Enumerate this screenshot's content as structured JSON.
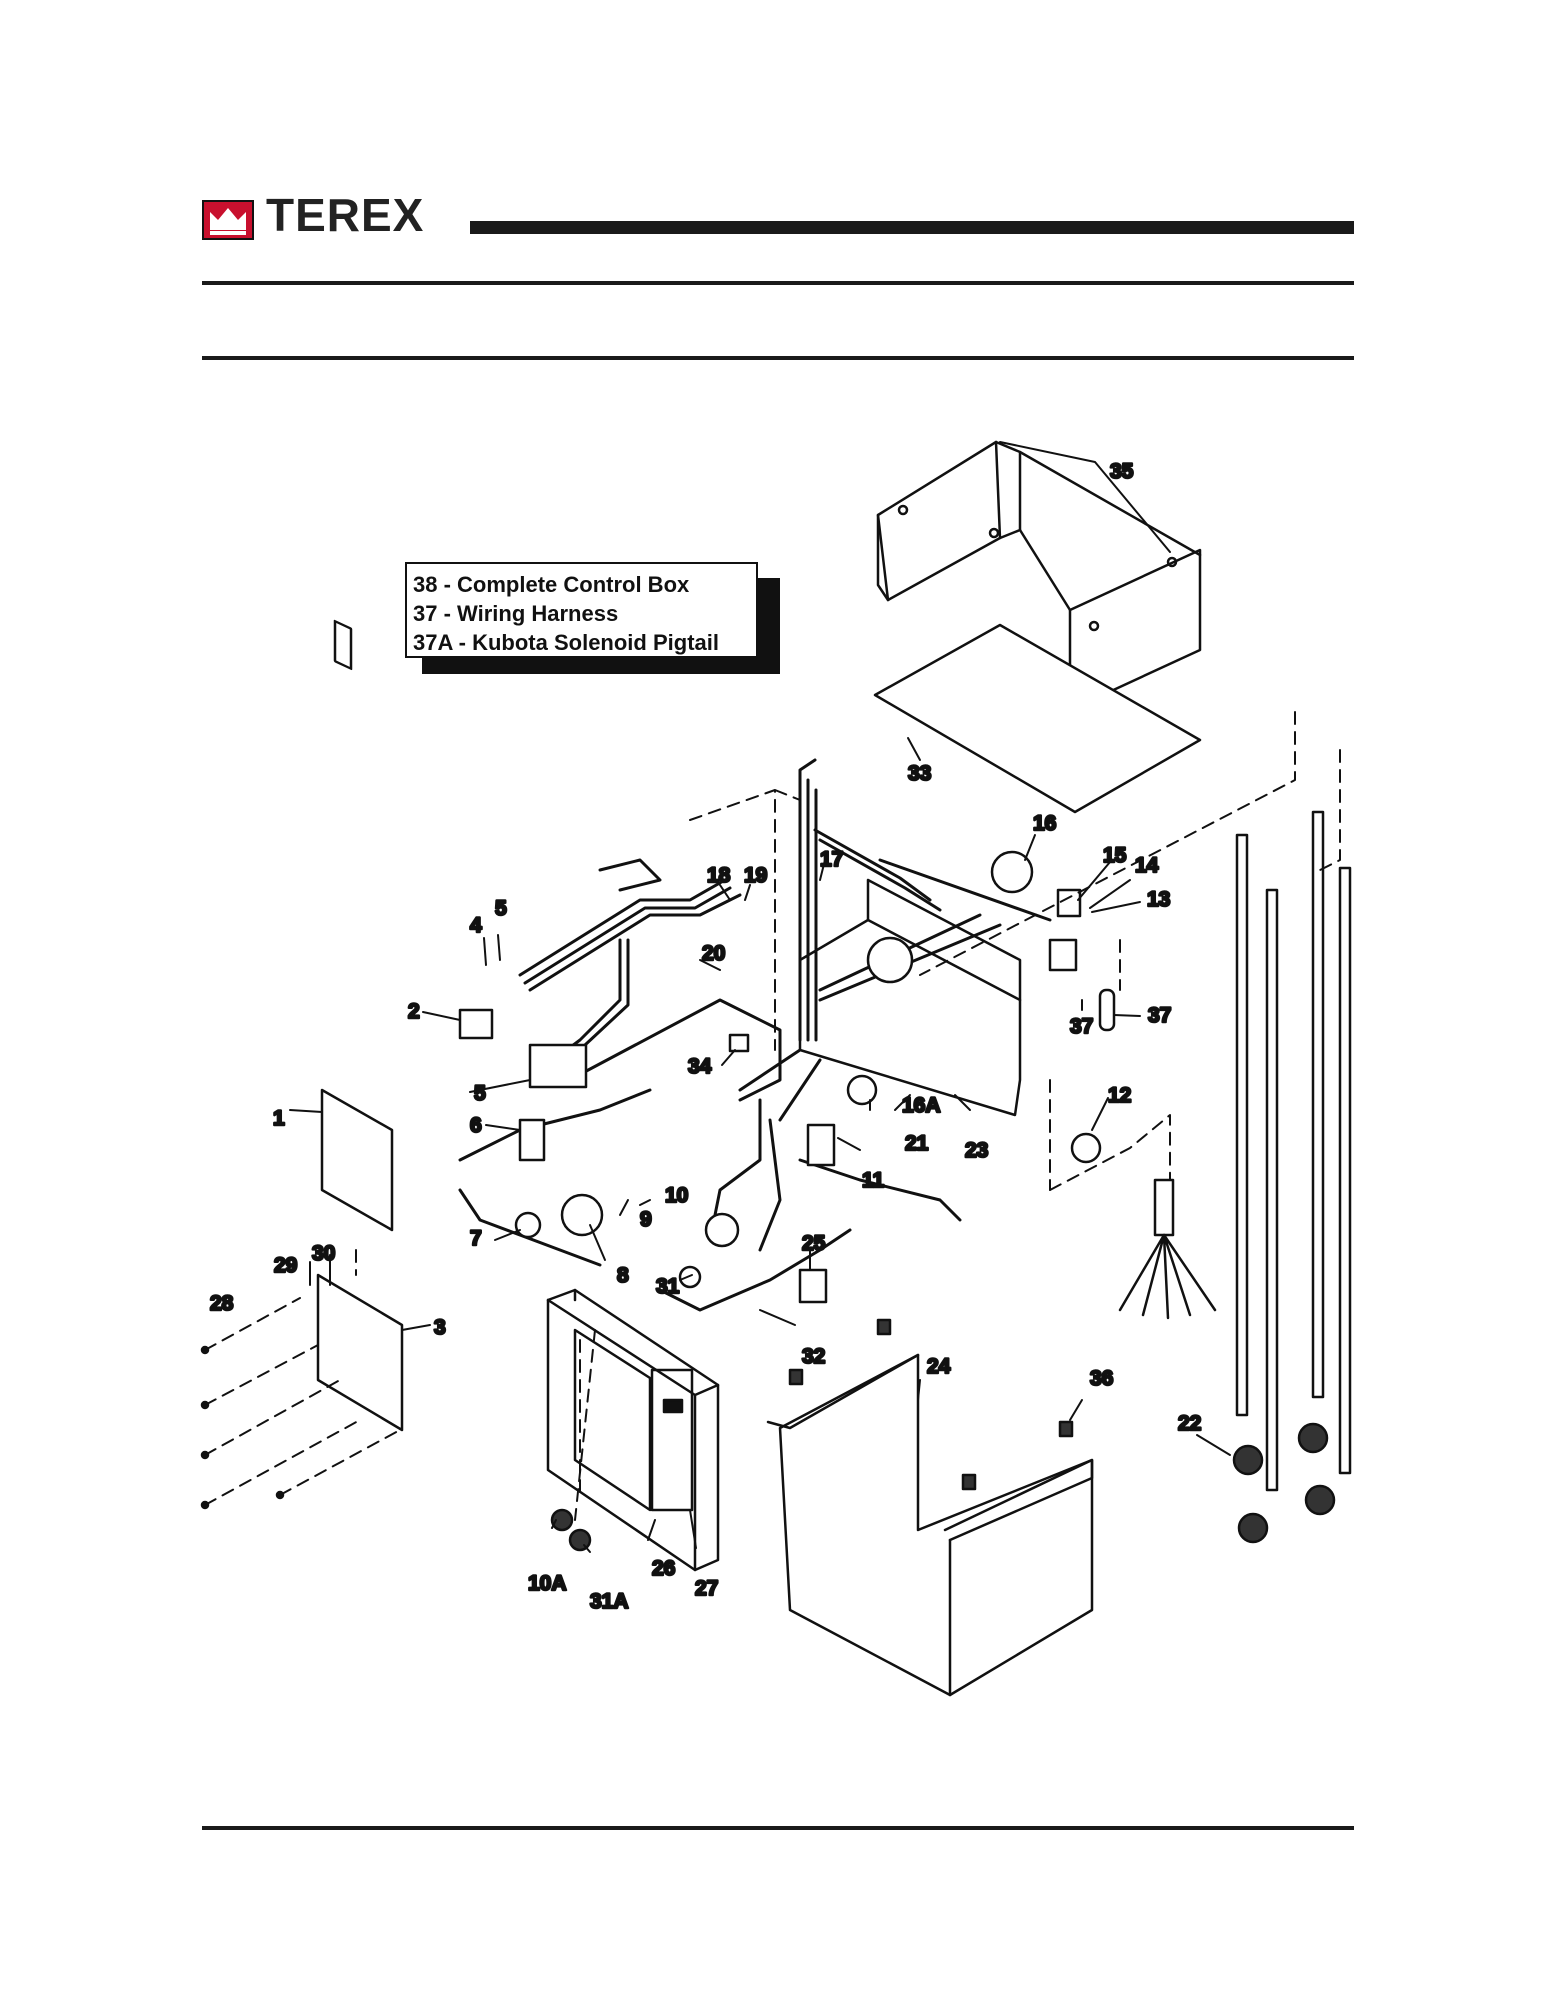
{
  "brand": {
    "name": "TEREX",
    "logo_icon": "terex-crown-logo-icon",
    "logo_color": "#c8102e"
  },
  "notes": [
    "38 - Complete Control Box",
    "37 - Wiring Harness",
    "37A - Kubota Solenoid Pigtail"
  ],
  "callouts": [
    {
      "id": "c35",
      "text": "35"
    },
    {
      "id": "c33",
      "text": "33"
    },
    {
      "id": "c16",
      "text": "16"
    },
    {
      "id": "c15",
      "text": "15"
    },
    {
      "id": "c14",
      "text": "14"
    },
    {
      "id": "c13",
      "text": "13"
    },
    {
      "id": "c17",
      "text": "17"
    },
    {
      "id": "c18",
      "text": "18"
    },
    {
      "id": "c19",
      "text": "19"
    },
    {
      "id": "c4",
      "text": "4"
    },
    {
      "id": "c5a",
      "text": "5"
    },
    {
      "id": "c20",
      "text": "20"
    },
    {
      "id": "c2",
      "text": "2"
    },
    {
      "id": "c37a",
      "text": "37"
    },
    {
      "id": "c37b",
      "text": "37"
    },
    {
      "id": "c34",
      "text": "34"
    },
    {
      "id": "c5b",
      "text": "5"
    },
    {
      "id": "c16a",
      "text": "16A"
    },
    {
      "id": "c21",
      "text": "21"
    },
    {
      "id": "c23",
      "text": "23"
    },
    {
      "id": "c12",
      "text": "12"
    },
    {
      "id": "c1",
      "text": "1"
    },
    {
      "id": "c6",
      "text": "6"
    },
    {
      "id": "c11",
      "text": "11"
    },
    {
      "id": "c10",
      "text": "10"
    },
    {
      "id": "c9",
      "text": "9"
    },
    {
      "id": "c7",
      "text": "7"
    },
    {
      "id": "c8",
      "text": "8"
    },
    {
      "id": "c25",
      "text": "25"
    },
    {
      "id": "c29",
      "text": "29"
    },
    {
      "id": "c30",
      "text": "30"
    },
    {
      "id": "c28",
      "text": "28"
    },
    {
      "id": "c3",
      "text": "3"
    },
    {
      "id": "c31",
      "text": "31"
    },
    {
      "id": "c32",
      "text": "32"
    },
    {
      "id": "c24",
      "text": "24"
    },
    {
      "id": "c36",
      "text": "36"
    },
    {
      "id": "c22",
      "text": "22"
    },
    {
      "id": "c26",
      "text": "26"
    },
    {
      "id": "c27",
      "text": "27"
    },
    {
      "id": "c10a",
      "text": "10A"
    },
    {
      "id": "c31a",
      "text": "31A"
    }
  ]
}
